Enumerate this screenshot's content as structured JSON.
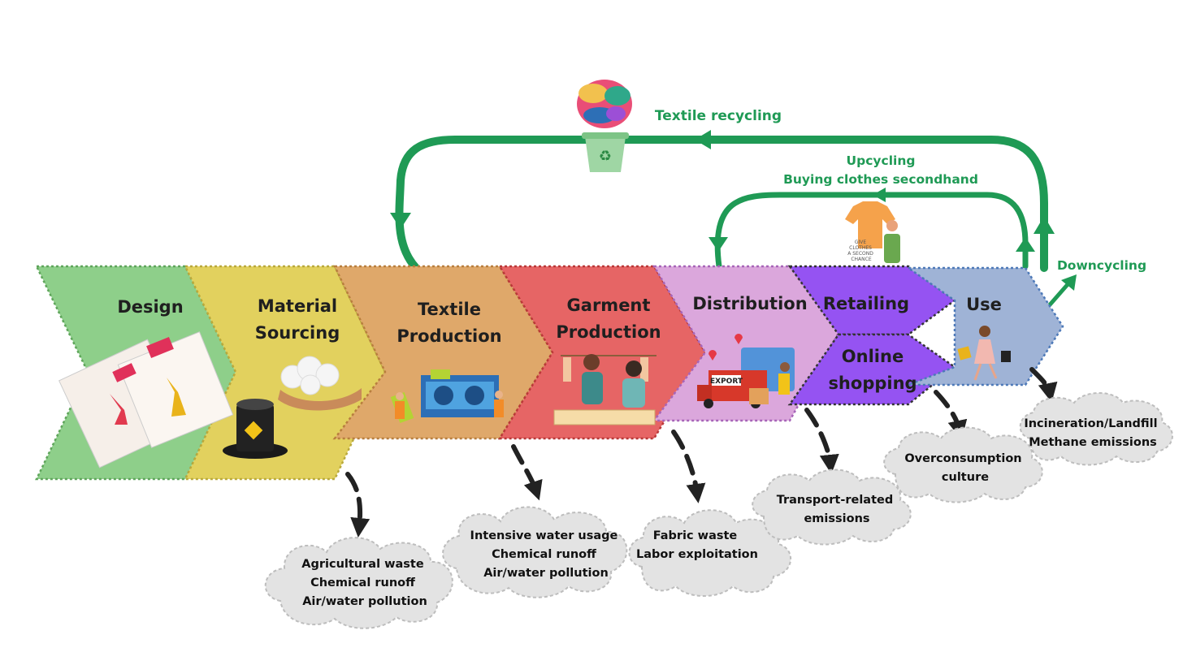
{
  "stages": [
    {
      "id": "design",
      "lines": [
        "Design"
      ],
      "color": "#8ecf8a"
    },
    {
      "id": "material",
      "lines": [
        "Material",
        "Sourcing"
      ],
      "color": "#e2d15e"
    },
    {
      "id": "textile",
      "lines": [
        "Textile",
        "Production"
      ],
      "color": "#dfa86a"
    },
    {
      "id": "garment",
      "lines": [
        "Garment",
        "Production"
      ],
      "color": "#e66565"
    },
    {
      "id": "distribution",
      "lines": [
        "Distribution"
      ],
      "color": "#dba7dc"
    },
    {
      "id": "retailing",
      "lines": [
        "Retailing"
      ],
      "color": "#9553f2"
    },
    {
      "id": "online",
      "lines": [
        "Online",
        "shopping"
      ],
      "color": "#9553f2"
    },
    {
      "id": "use",
      "lines": [
        "Use"
      ],
      "color": "#9fb3d6"
    }
  ],
  "loops": {
    "recycling": "Textile recycling",
    "upcycling_1": "Upcycling",
    "upcycling_2": "Buying clothes secondhand",
    "downcycling": "Downcycling"
  },
  "impacts": [
    {
      "id": "material",
      "lines": [
        "Agricultural waste",
        "Chemical runoff",
        "Air/water pollution"
      ]
    },
    {
      "id": "textile",
      "lines": [
        "Intensive water usage",
        "Chemical runoff",
        "Air/water pollution"
      ]
    },
    {
      "id": "garment",
      "lines": [
        "Fabric waste",
        "Labor exploitation"
      ]
    },
    {
      "id": "distribution",
      "lines": [
        "Transport-related",
        "emissions"
      ]
    },
    {
      "id": "retail",
      "lines": [
        "Overconsumption",
        "culture"
      ]
    },
    {
      "id": "use",
      "lines": [
        "Incineration/Landfill",
        "Methane emissions"
      ]
    }
  ],
  "illustration_text": {
    "export_sign": "EXPORT",
    "tshirt_sign": [
      "GIVE",
      "CLOTHES",
      "A SECOND",
      "CHANCE"
    ]
  },
  "colors": {
    "loop_green": "#1f9a55",
    "impact_arrow": "#222222",
    "cloud_fill": "#e3e3e3"
  }
}
